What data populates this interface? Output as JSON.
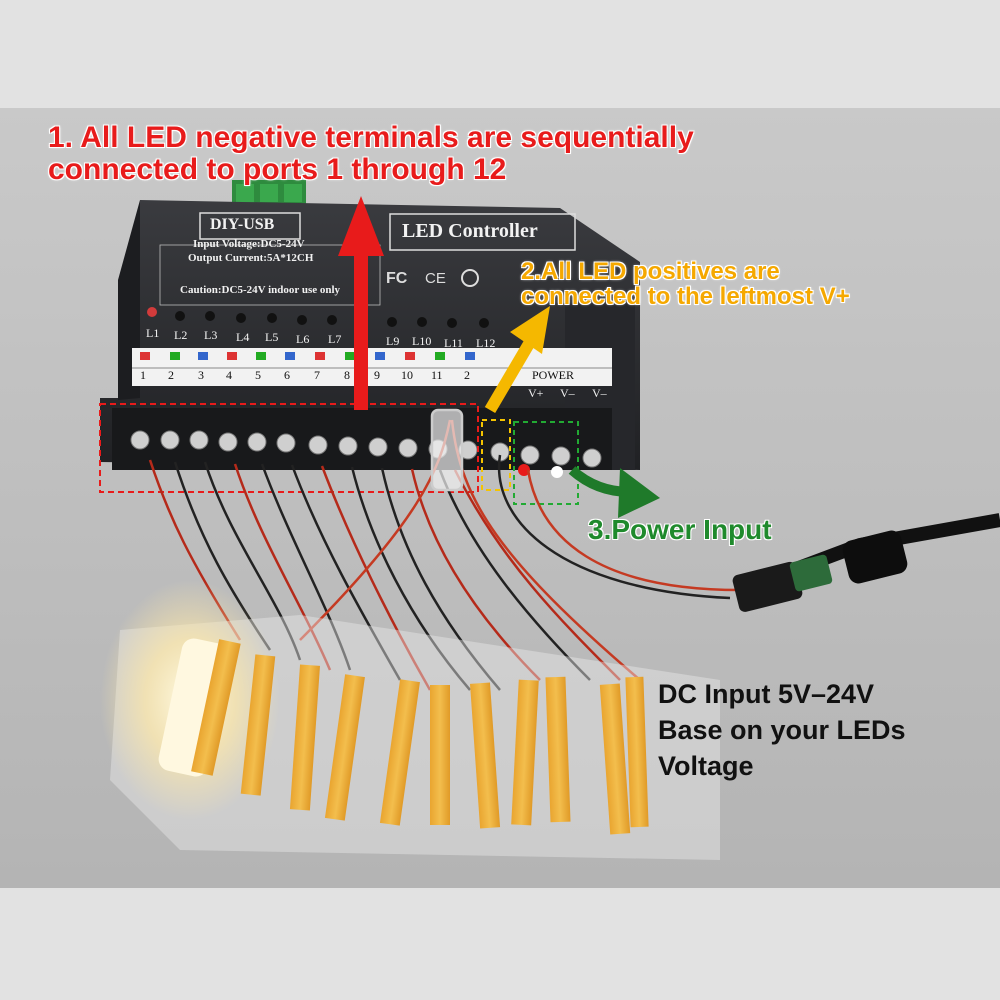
{
  "annotations": {
    "step1": [
      "1. All LED negative terminals are sequentially",
      "connected to ports 1 through 12"
    ],
    "step2": [
      "2.All LED positives are",
      "connected to the leftmost V+"
    ],
    "step3": "3.Power Input",
    "dc_input": [
      "DC Input 5V–24V",
      "Base on your LEDs",
      "Voltage"
    ]
  },
  "device": {
    "brand": "DIY-USB",
    "model": "LED Controller",
    "input_voltage": "Input Voltage:DC5-24V",
    "output_current": "Output Current:5A*12CH",
    "caution": "Caution:DC5-24V indoor use only",
    "indicator_labels": [
      "L1",
      "L2",
      "L3",
      "L4",
      "L5",
      "L6",
      "L7",
      "L9",
      "L10",
      "L11",
      "L12"
    ],
    "port_numbers": [
      "1",
      "2",
      "3",
      "4",
      "5",
      "6",
      "7",
      "8",
      "9",
      "10",
      "11",
      "2"
    ],
    "power_label": "POWER",
    "power_terminals": [
      "V+",
      "V–",
      "V–"
    ]
  },
  "colors": {
    "red": "#e81b1b",
    "orange": "#f5a800",
    "green": "#1f8a2c",
    "device": "#2a2b2e"
  }
}
